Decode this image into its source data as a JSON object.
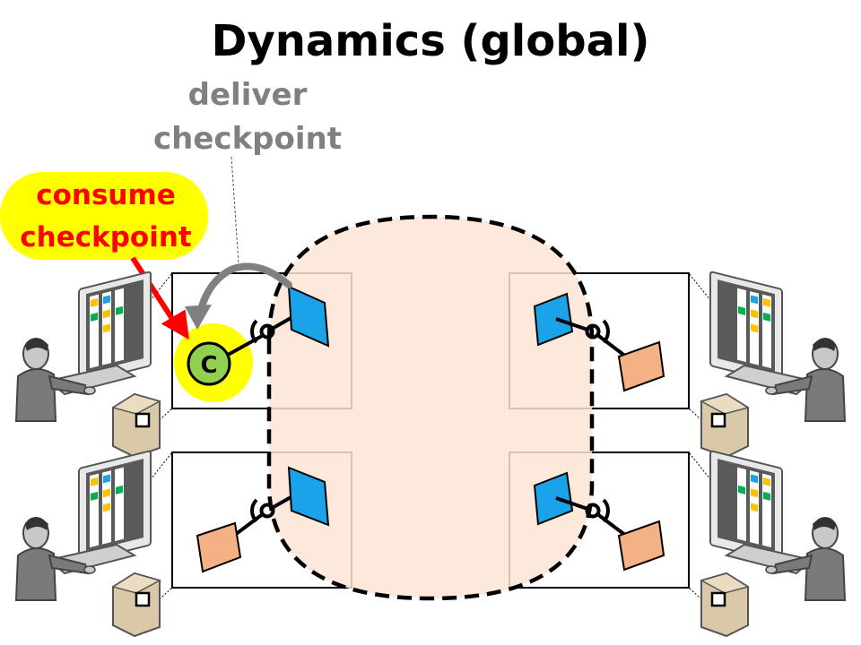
{
  "slide": {
    "title": "Dynamics (global)"
  },
  "labels": {
    "deliver_line1": "deliver",
    "deliver_line2": "checkpoint",
    "consume_line1": "consume",
    "consume_line2": "checkpoint",
    "component_letter": "C"
  },
  "icons": {
    "workstation": "computer-user-icon",
    "pin": "receptacle-icon"
  },
  "colors": {
    "deliver_text": "#808080",
    "consume_text": "#ff0000",
    "consume_bubble": "#ffff00",
    "group_region": "#fbe5d6",
    "blue_component": "#1aa3e8",
    "orange_component": "#f4b183",
    "checkpoint_component": "#92d050",
    "arrow_red": "#ff0000",
    "arrow_gray": "#808080"
  }
}
